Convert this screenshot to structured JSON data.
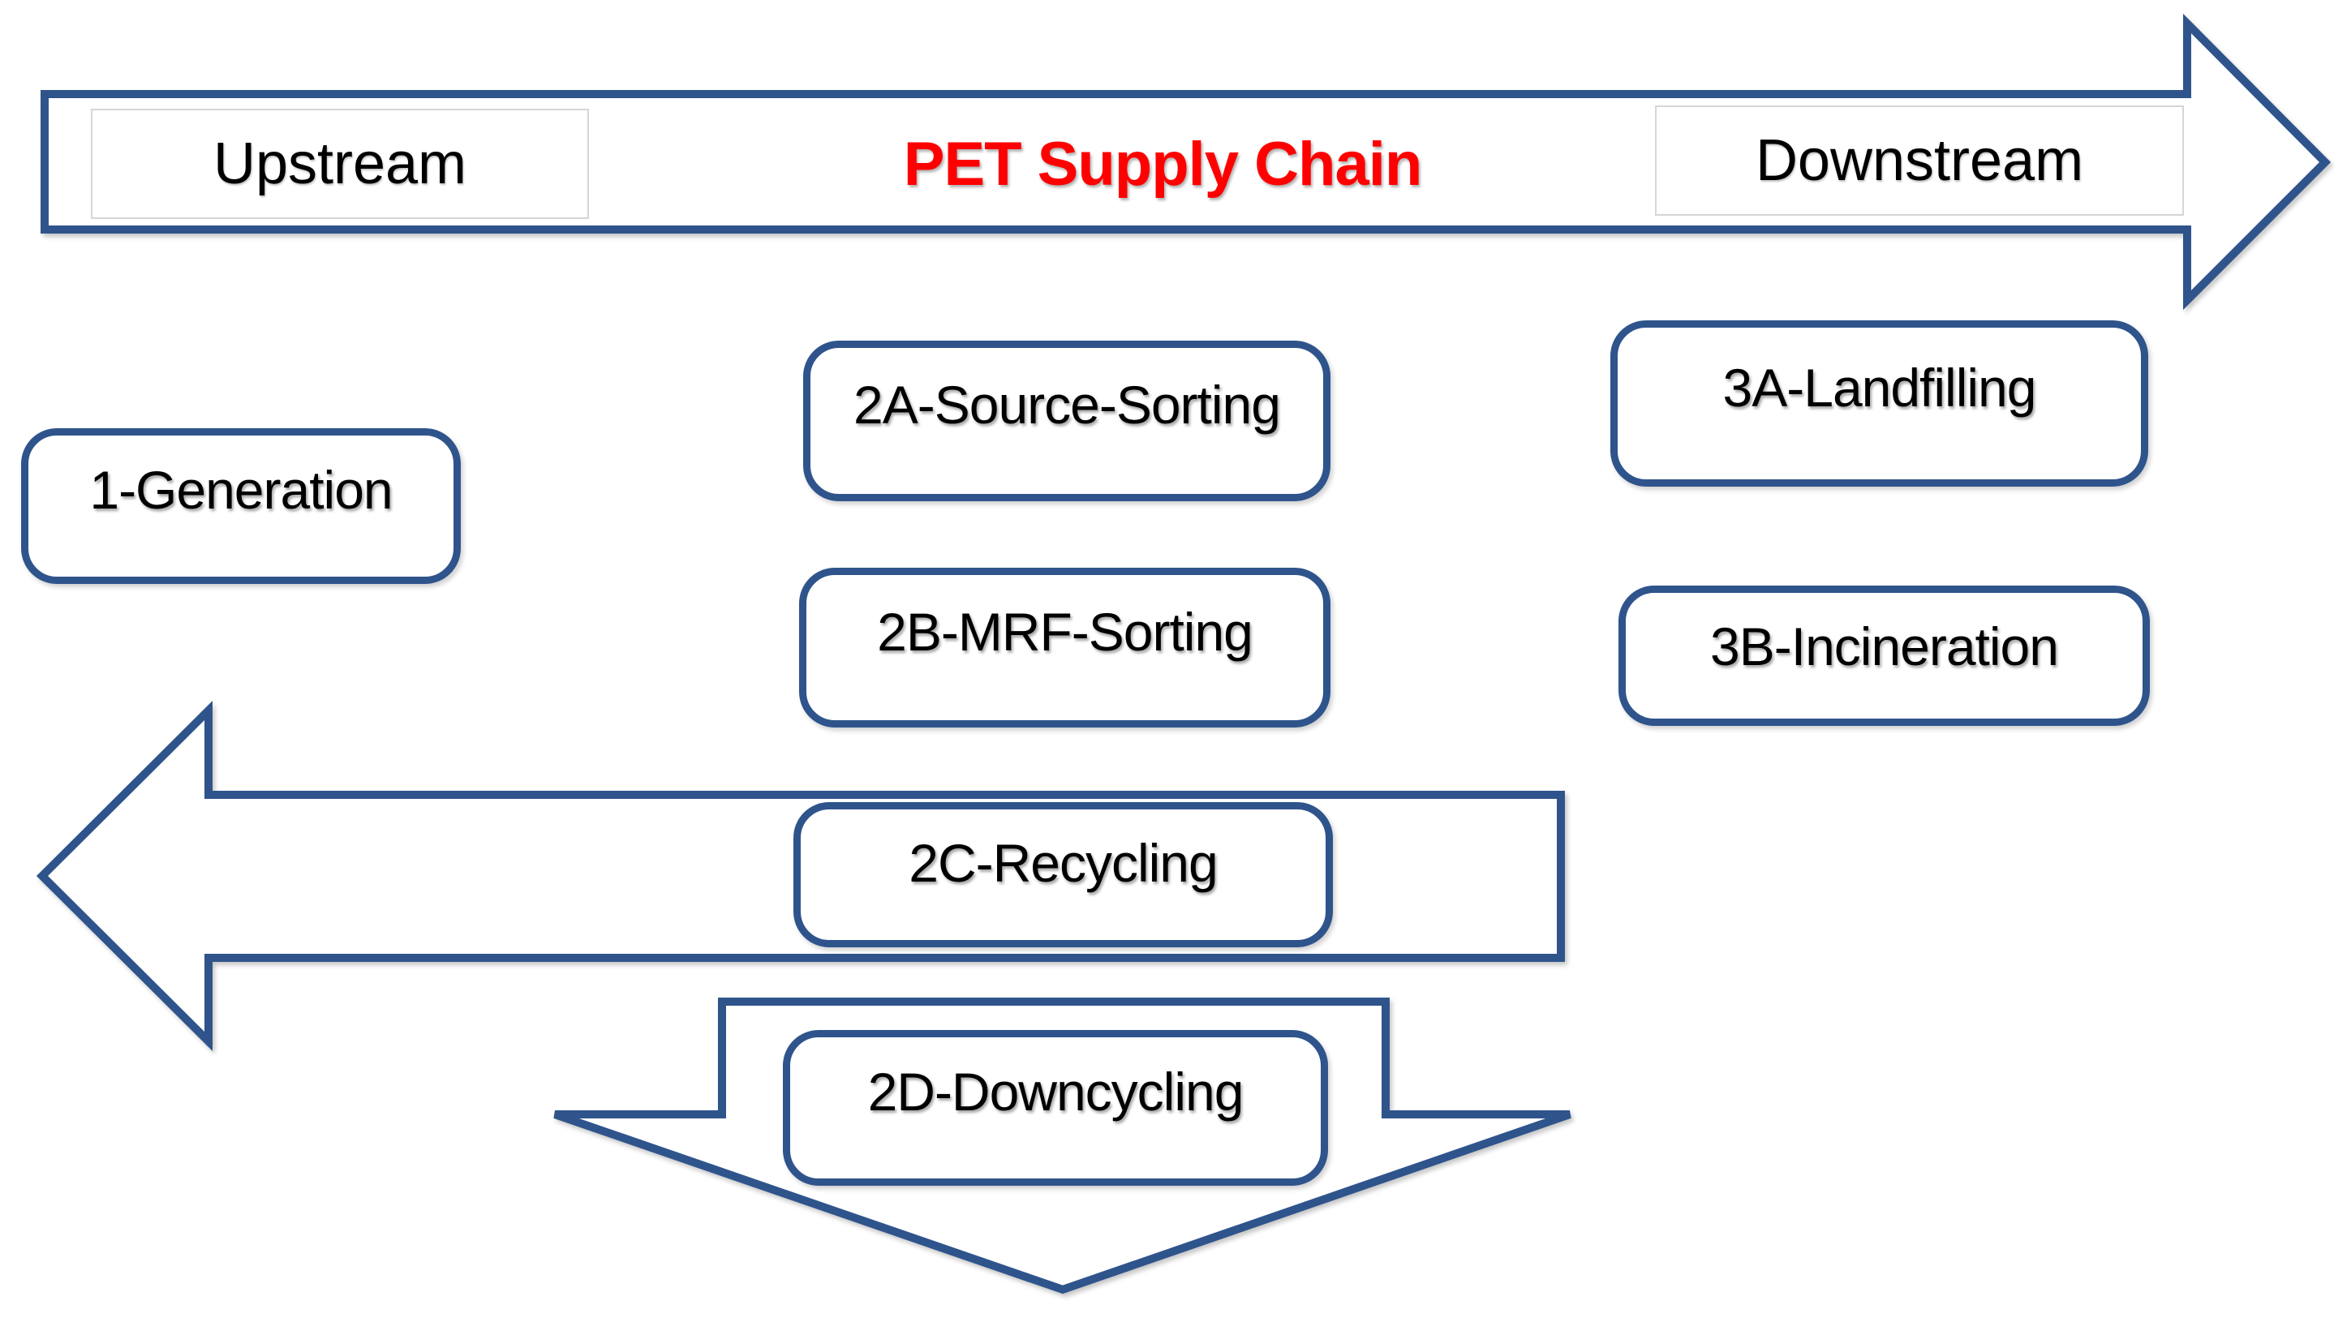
{
  "diagram": {
    "title": "PET Supply Chain",
    "banner": {
      "upstream_label": "Upstream",
      "center_title": "PET Supply Chain",
      "downstream_label": "Downstream"
    },
    "nodes": {
      "generation": "1-Generation",
      "source_sorting": "2A-Source-Sorting",
      "mrf_sorting": "2B-MRF-Sorting",
      "recycling": "2C-Recycling",
      "downcycling": "2D-Downcycling",
      "landfilling": "3A-Landfilling",
      "incineration": "3B-Incineration"
    },
    "arrows": {
      "supply_chain_arrow": "right-direction-arrow",
      "recycling_arrow": "left-return-arrow",
      "downcycling_arrow": "down-arrow"
    },
    "colors": {
      "outline_blue": "#2F548C",
      "title_red": "#FF0000",
      "text_black": "#000000",
      "banner_label_border_gray": "#D6D6D6",
      "background": "#FFFFFF"
    }
  }
}
